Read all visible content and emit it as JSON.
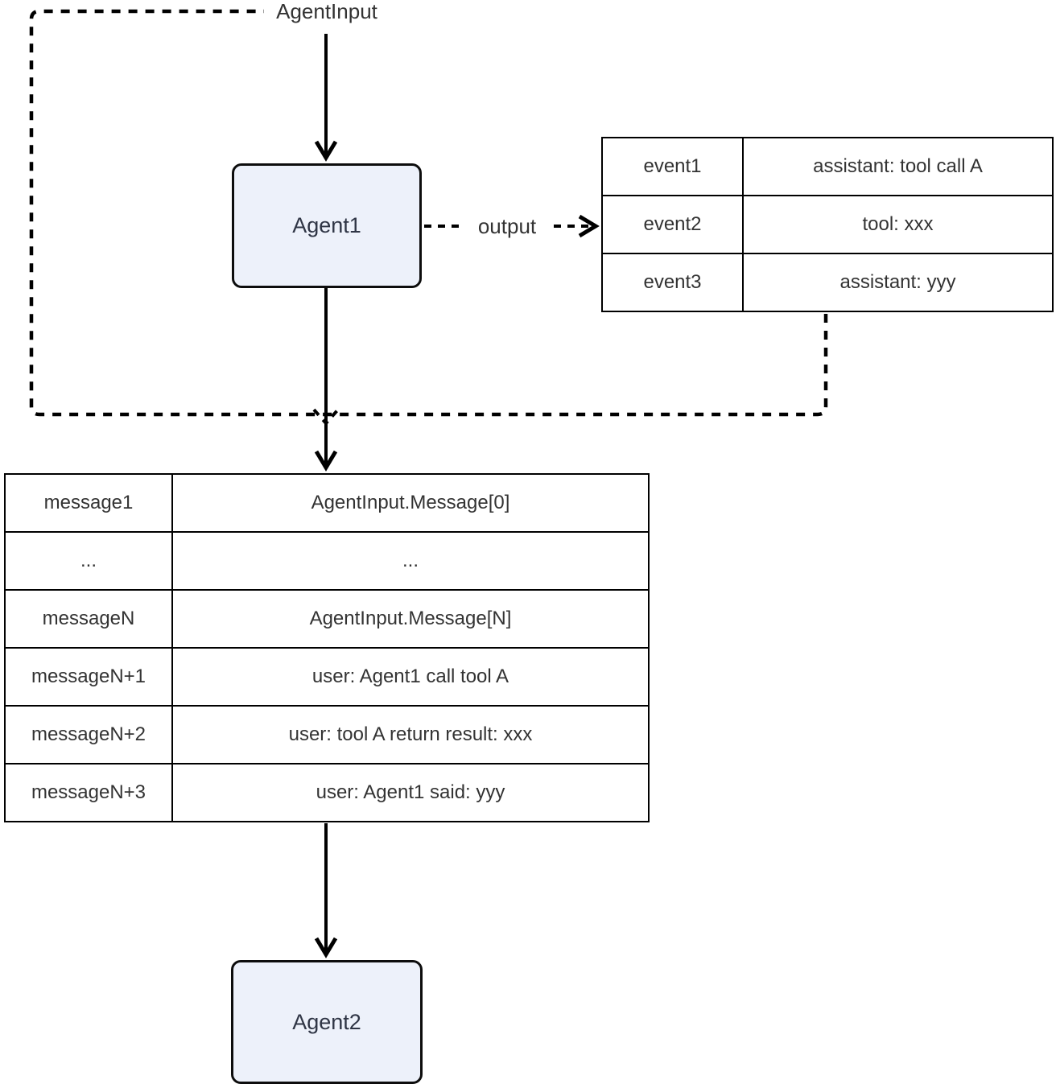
{
  "diagram": {
    "agent_input_label": "AgentInput",
    "output_label": "output",
    "nodes": {
      "agent1": "Agent1",
      "agent2": "Agent2"
    },
    "events_table": {
      "rows": [
        [
          "event1",
          "assistant: tool call A"
        ],
        [
          "event2",
          "tool: xxx"
        ],
        [
          "event3",
          "assistant: yyy"
        ]
      ]
    },
    "messages_table": {
      "rows": [
        [
          "message1",
          "AgentInput.Message[0]"
        ],
        [
          "...",
          "..."
        ],
        [
          "messageN",
          "AgentInput.Message[N]"
        ],
        [
          "messageN+1",
          "user: Agent1 call tool A"
        ],
        [
          "messageN+2",
          "user: tool A return result: xxx"
        ],
        [
          "messageN+3",
          "user: Agent1 said: yyy"
        ]
      ]
    },
    "colors": {
      "background": "#ffffff",
      "line": "#000000",
      "text": "#333333",
      "node_fill": "#edf1fa",
      "node_border": "#0d0d0d",
      "node_text": "#2f3545"
    }
  }
}
